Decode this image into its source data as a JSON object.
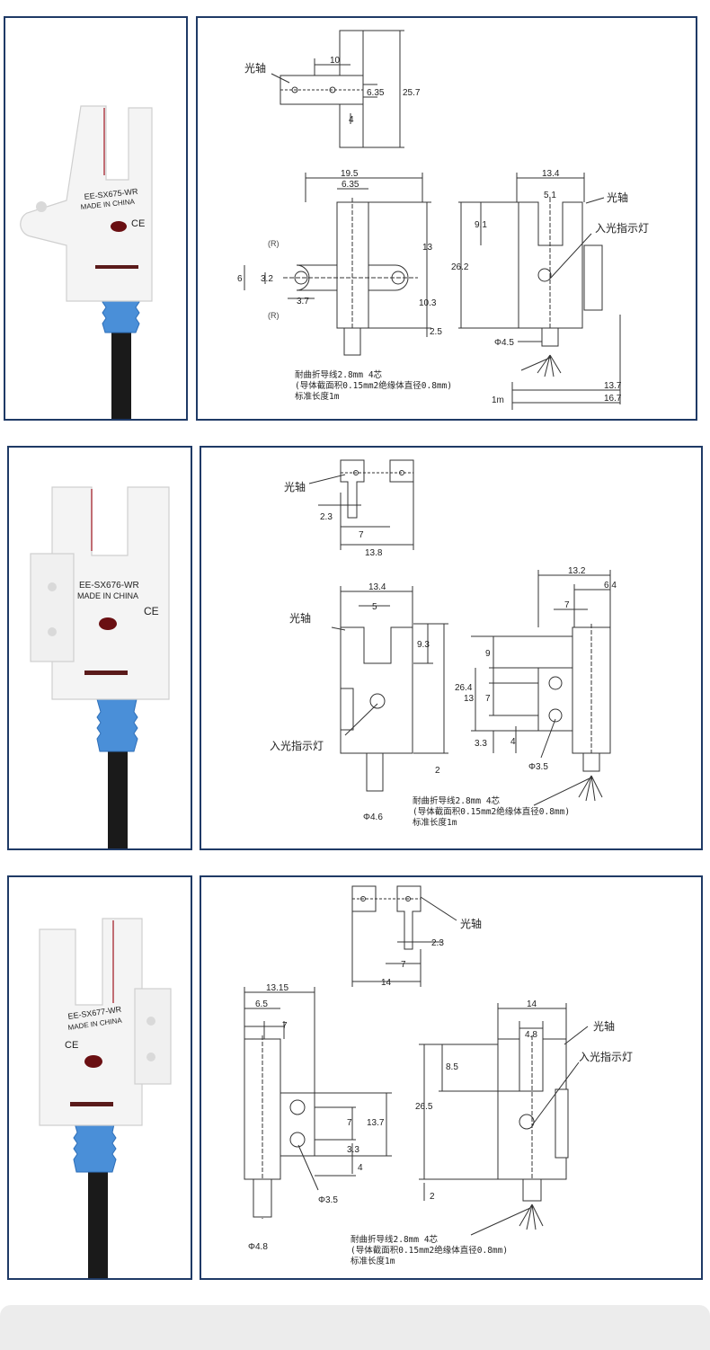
{
  "products": [
    {
      "model_text": "EE-SX675-WR",
      "made_text": "MADE IN CHINA",
      "ce_text": "CE",
      "optical_axis": "光轴",
      "light_indicator": "入光指示灯",
      "dims": {
        "top_width": "10",
        "top_gap": "6.35",
        "top_height": "25.7",
        "top_slot": "4",
        "width": "19.5",
        "slot": "6.35",
        "h13": "13",
        "h10": "10.3",
        "h25": "2.5",
        "r": "(R)",
        "d6": "6",
        "d32": "3.2",
        "d37": "3.7",
        "side_w": "13.4",
        "side_slot": "5.1",
        "side_h91": "9.1",
        "side_h": "26.2",
        "cable_d": "Φ4.5",
        "d137": "13.7",
        "d167": "16.7",
        "len": "1m"
      },
      "note_lines": [
        "耐曲折导线2.8mm 4芯",
        "(导体截面积0.15mm2绝缘体直径0.8mm)",
        "标准长度1m"
      ]
    },
    {
      "model_text": "EE-SX676-WR",
      "made_text": "MADE IN CHINA",
      "ce_text": "CE",
      "optical_axis": "光轴",
      "light_indicator": "入光指示灯",
      "dims": {
        "top_slot": "2.3",
        "top_pos": "7",
        "top_width": "13.8",
        "width": "13.4",
        "slot": "5",
        "h93": "9.3",
        "h": "26.4",
        "h2": "2",
        "cable_d": "Φ4.6",
        "side_w": "13.2",
        "side_64": "6.4",
        "side_7": "7",
        "v9": "9",
        "v13": "13",
        "v7": "7",
        "v33": "3.3",
        "v4": "4",
        "hole": "Φ3.5"
      },
      "note_lines": [
        "耐曲折导线2.8mm 4芯",
        "(导体截面积0.15mm2绝缘体直径0.8mm)",
        "标准长度1m"
      ]
    },
    {
      "model_text": "EE-SX677-WR",
      "made_text": "MADE IN CHINA",
      "ce_text": "CE",
      "optical_axis": "光轴",
      "light_indicator": "入光指示灯",
      "dims": {
        "top_slot": "2.3",
        "top_pos": "7",
        "top_width": "14",
        "side_w": "13.15",
        "side_65": "6.5",
        "side_7": "7",
        "v7": "7",
        "v137": "13.7",
        "v33": "3.3",
        "v4": "4",
        "hole": "Φ3.5",
        "cable_d": "Φ4.8",
        "width": "14",
        "slot": "4.8",
        "h85": "8.5",
        "h": "26.5",
        "h2": "2"
      },
      "note_lines": [
        "耐曲折导线2.8mm 4芯",
        "(导体截面积0.15mm2绝缘体直径0.8mm)",
        "标准长度1m"
      ]
    }
  ],
  "colors": {
    "frame": "#1f3a66",
    "cable_boot": "#4a8fd8",
    "cable": "#1a1a1a",
    "body": "#f4f4f4"
  }
}
